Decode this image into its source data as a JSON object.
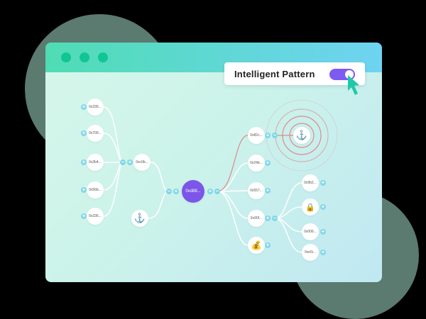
{
  "window": {
    "dots": 3
  },
  "toggle": {
    "label": "Intelligent Pattern",
    "on": true
  },
  "graph": {
    "center": "0xd88...",
    "left_nodes": [
      "0x339...",
      "0x709...",
      "0x3b4...",
      "0x56b...",
      "0x336..."
    ],
    "mid_node": "0xc0b...",
    "right_nodes": [
      "0x82c...",
      "0x24b...",
      "0x557...",
      "0x90f..."
    ],
    "far_right_nodes": [
      "0x9b2...",
      "0x006...",
      "0xe5i..."
    ],
    "icons": [
      "phishing-hook-icon",
      "phishing-hook-icon",
      "money-bag-icon",
      "lock-icon"
    ]
  },
  "colors": {
    "accent": "#7b56e8",
    "toggle": "#7d5af0",
    "header_start": "#4fdcb4",
    "header_end": "#6fd3f2",
    "alert": "#e08a8a"
  }
}
